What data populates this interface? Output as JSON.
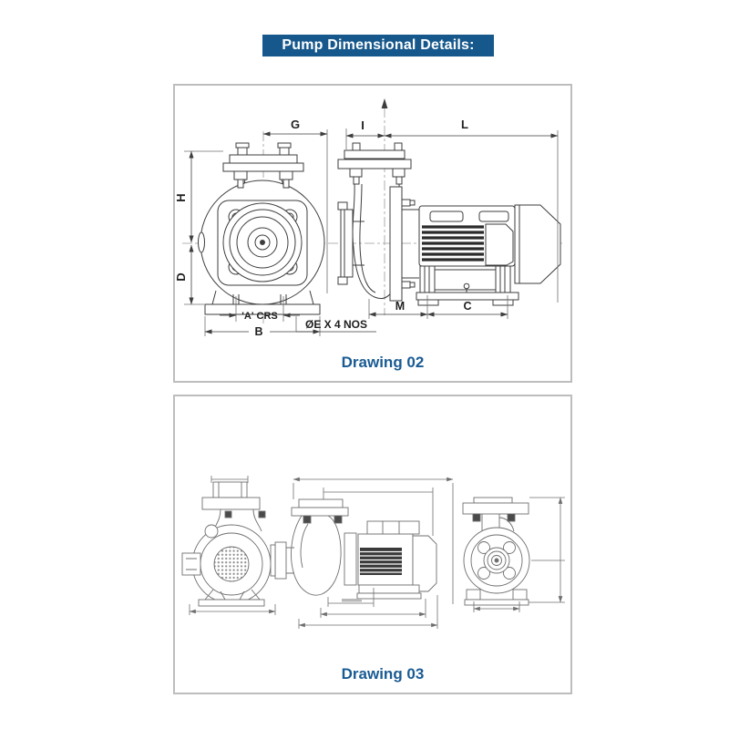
{
  "header": {
    "title": "Pump Dimensional Details:",
    "bg_color": "#17588c",
    "text_color": "#ffffff"
  },
  "drawing02": {
    "caption": "Drawing 02",
    "labels": {
      "g": "G",
      "i": "I",
      "l": "L",
      "h": "H",
      "d": "D",
      "a_crs": "'A' CRS",
      "b": "B",
      "bolt_note": "ØE X 4 NOS",
      "m": "M",
      "c": "C"
    }
  },
  "drawing03": {
    "caption": "Drawing 03"
  },
  "colors": {
    "caption_text": "#1a5b93",
    "box_border": "#bdbdbd",
    "drawing_line_dark": "#3d3d3d",
    "drawing_line_light": "#6f6f6f"
  }
}
